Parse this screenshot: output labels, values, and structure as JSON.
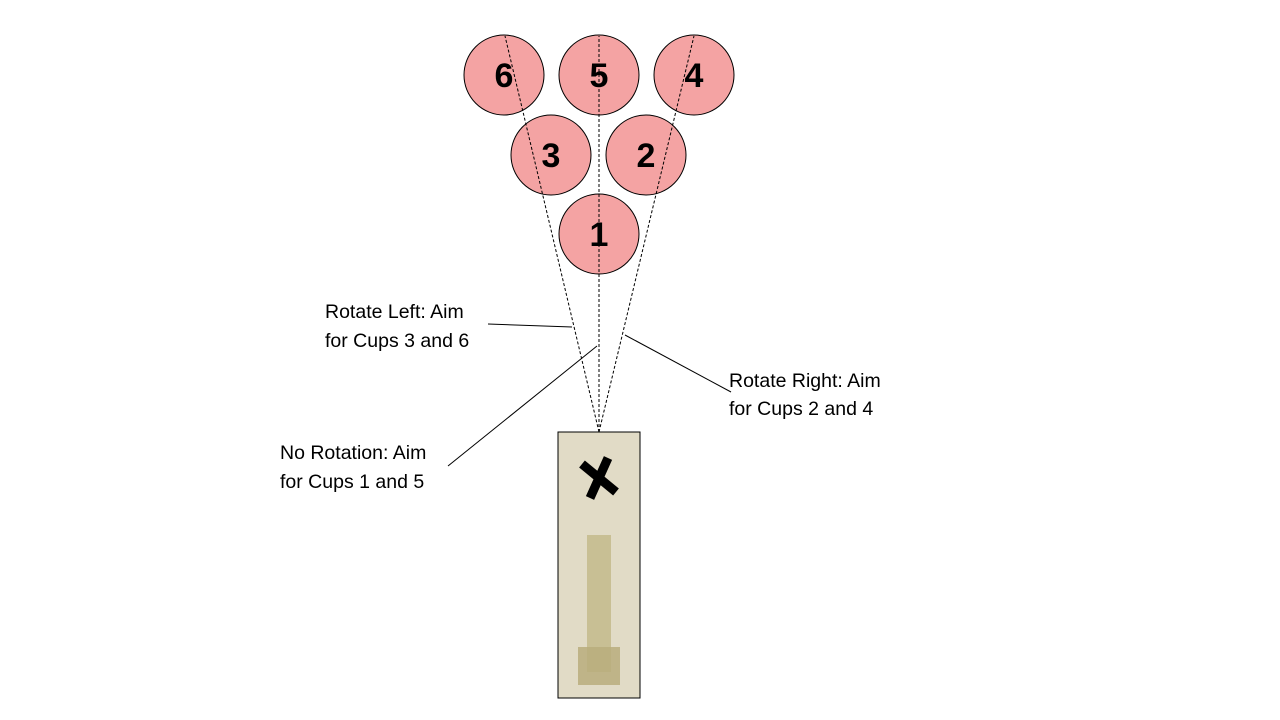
{
  "colors": {
    "cup_fill": "#f4a3a3",
    "cup_stroke": "#000000",
    "paddle_fill": "#e1dbc6",
    "handle_fill": "#c8bf94",
    "handle_base_fill": "#b9ad7c",
    "x_mark": "#000000"
  },
  "cups": [
    {
      "number": "6"
    },
    {
      "number": "5"
    },
    {
      "number": "4"
    },
    {
      "number": "3"
    },
    {
      "number": "2"
    },
    {
      "number": "1"
    }
  ],
  "annotations": {
    "rotate_left": {
      "line1": "Rotate Left: Aim",
      "line2": "for Cups 3 and 6"
    },
    "rotate_right": {
      "line1": "Rotate Right: Aim",
      "line2": "for Cups 2 and 4"
    },
    "no_rotation": {
      "line1": "No Rotation: Aim",
      "line2": "for Cups 1 and 5"
    }
  },
  "icons": {
    "paddle_mark": "x-mark-icon"
  }
}
